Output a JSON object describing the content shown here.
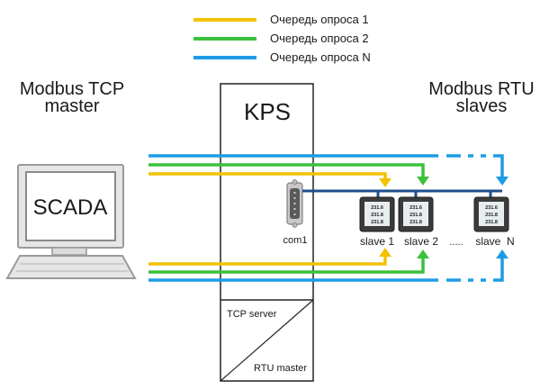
{
  "legend": [
    {
      "label": "Очередь опроса 1",
      "color": "#f2c200"
    },
    {
      "label": "Очередь опроса 2",
      "color": "#3cc13c"
    },
    {
      "label": "Очередь опроса N",
      "color": "#1e9be6"
    }
  ],
  "master": {
    "line1": "Modbus TCP",
    "line2": "master",
    "screen_label": "SCADA"
  },
  "gateway": {
    "title": "KPS",
    "port_label": "com1",
    "server_label": "TCP server",
    "rtu_label": "RTU master"
  },
  "slaves_header": {
    "line1": "Modbus RTU",
    "line2": "slaves"
  },
  "slaves": [
    {
      "label": "slave 1"
    },
    {
      "label": "slave 2"
    },
    {
      "label": "slave  N"
    }
  ],
  "ellipsis": ".....",
  "meter_readouts": [
    "231.6",
    "231.8",
    "231.8"
  ],
  "bus_color": "#1f4f8f"
}
